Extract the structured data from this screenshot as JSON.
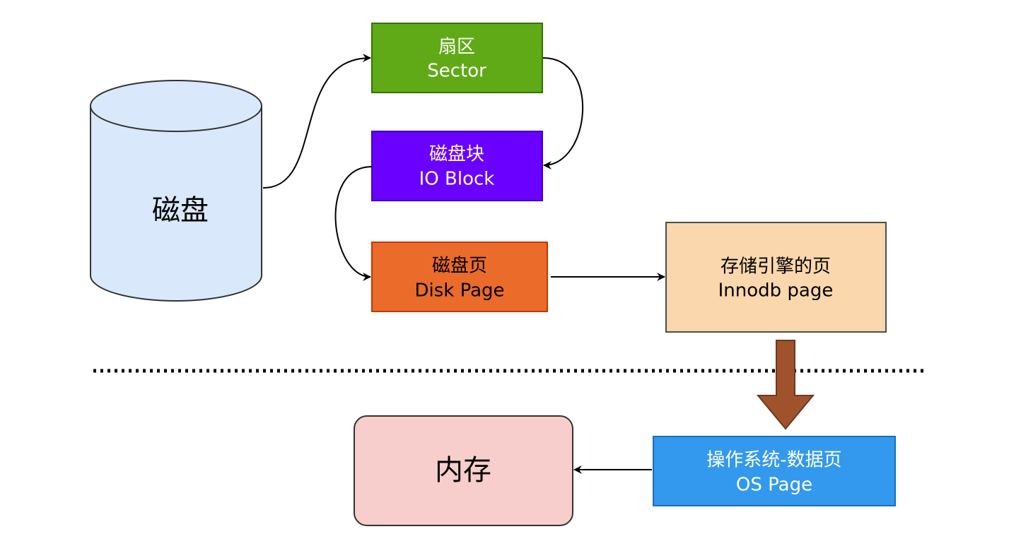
{
  "nodes": {
    "disk": {
      "label": "磁盘",
      "fill": "#dae8fc",
      "stroke": "#333333"
    },
    "sector": {
      "line1": "扇区",
      "line2": "Sector",
      "fill": "#60a917",
      "stroke": "#2d7600",
      "text_color": "#ffffff"
    },
    "io_block": {
      "line1": "磁盘块",
      "line2": "IO Block",
      "fill": "#6a00ff",
      "stroke": "#3700cc",
      "text_color": "#ffffff"
    },
    "disk_page": {
      "line1": "磁盘页",
      "line2": "Disk Page",
      "fill": "#fa6800",
      "stroke": "#c73500",
      "text_color": "#000000"
    },
    "innodb_page": {
      "line1": "存储引擎的页",
      "line2": "Innodb page",
      "fill": "#fad7ac",
      "stroke": "#4d4d4d",
      "text_color": "#000000"
    },
    "os_page": {
      "line1": "操作系统-数据页",
      "line2": "OS Page",
      "fill": "#3399ee",
      "stroke": "#1a6fb5",
      "text_color": "#ffffff"
    },
    "memory": {
      "label": "内存",
      "fill": "#f8cecc",
      "stroke": "#333333",
      "text_color": "#000000"
    }
  },
  "separator": {
    "style": "dotted",
    "color": "#000000"
  },
  "big_arrow": {
    "fill": "#a0522d",
    "stroke": "#6b3a1f"
  }
}
